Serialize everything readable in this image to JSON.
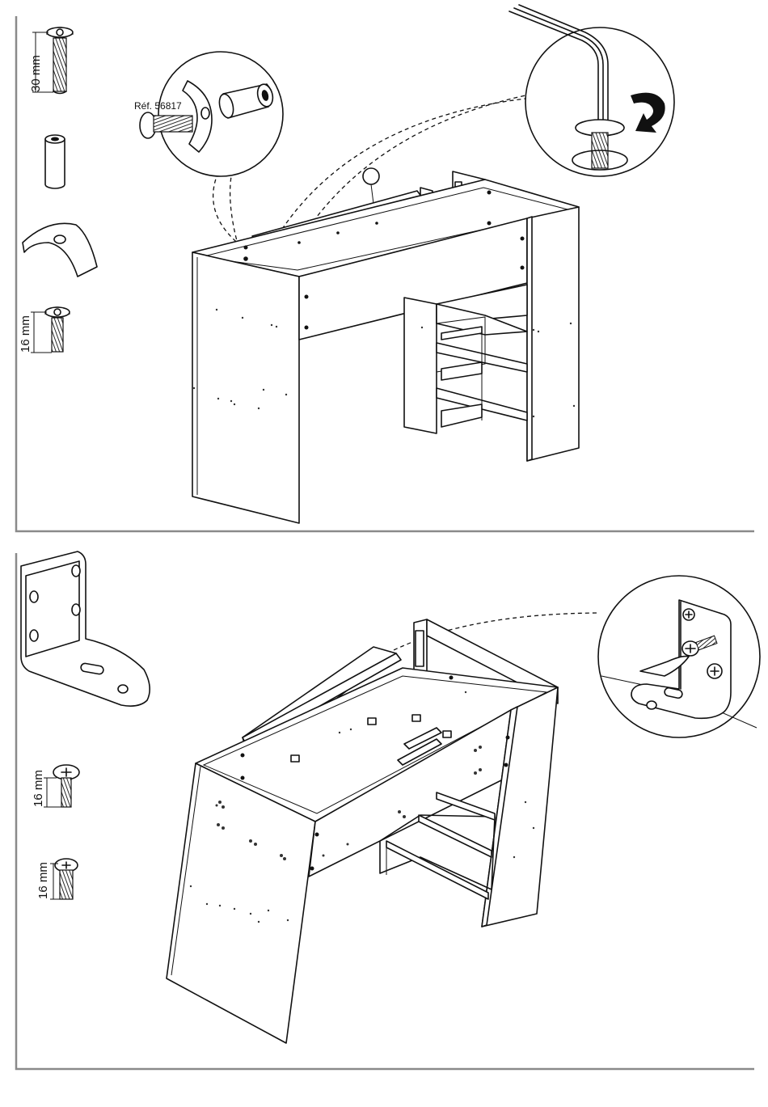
{
  "step_top": {
    "parts": {
      "screw_long_length": "30 mm",
      "screw_short_length": "16 mm"
    },
    "detail_left": {
      "reference_label": "Réf. 56817"
    },
    "callout_circle": {
      "icon": "number-circle-blank"
    },
    "detail_right": {
      "icon": "allen-key-tighten-clockwise"
    }
  },
  "step_bottom": {
    "parts": {
      "screw_cross_length": "16 mm",
      "screw_wood_length": "16 mm",
      "bracket_icon": "l-angle-bracket"
    },
    "detail": {
      "icon": "screwdriver-fixing-bracket"
    }
  }
}
